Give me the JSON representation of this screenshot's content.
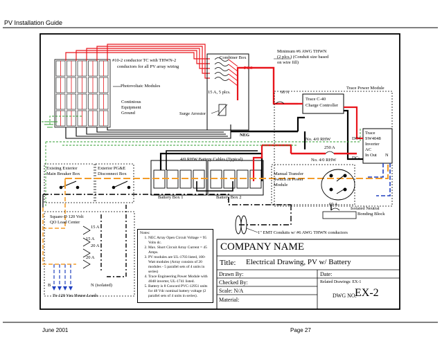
{
  "header": {
    "title": "PV Installation Guide"
  },
  "footer": {
    "date": "June 2001",
    "page": "Page 27"
  },
  "labels": {
    "conductor_note_1": "#10-2 conductor TC with THWN-2",
    "conductor_note_2": "conductors for all PV array wiring",
    "combiner_box": "Combiner Box",
    "awg_note_1": "Minimum #6 AWG THWN",
    "awg_note_2": "(2 plcs.) (Conduit size based",
    "awg_note_3": "on wire fill)",
    "pos": "POS",
    "neg": "NEG",
    "pv_modules": "Photovoltaic Modules",
    "ground_1": "Continious",
    "ground_2": "Equipment",
    "ground_3": "Ground",
    "fuses": "15 A, 5 plcs.",
    "surge": "Surge Arrestor",
    "trace_power_module": "Trace Power Module",
    "fuse_60a_top": "60 A",
    "charge_ctrl_1": "Trace C-40",
    "charge_ctrl_2": "Charge Controller",
    "inverter_1": "Trace",
    "inverter_2": "SW4048",
    "inverter_3": "Inverter",
    "inverter_4": "AC",
    "inverter_5": "In Out",
    "inverter_n": "N",
    "dc_plus": "DC+",
    "dc_minus": "DC-",
    "no40_rhw_1": "No. 4/0 RHW",
    "fuse_250a": "250 A",
    "no40_rhw_2": "No. 4/0 RHW",
    "battery_cables": "4/0 RHW Battery Cables (Typical)",
    "existing_breaker_1": "Existing Exterior",
    "existing_breaker_2": "Main Breaker Box",
    "exterior_disconnect_1": "Exterior PG&E",
    "exterior_disconnect_2": "Disconnect Box",
    "manual_transfer_1": "Manual Transfer",
    "manual_transfer_2": "Switch in Power",
    "manual_transfer_3": "Module",
    "battery_box_1": "Battery Box 1",
    "battery_box_2": "Battery Box 2",
    "fuse_60a_bottom": "60 A",
    "isolated_neutral_1": "Isolated Neutral",
    "isolated_neutral_2": "Bonding Block",
    "conduits": "1\" EMT Conduits w/ #6 AWG THWN conductors",
    "load_center_1": "Square-D 120 Volt",
    "load_center_2": "QO Load Center",
    "breaker_15a_1": "15 A",
    "breaker_15a_2": "15 A",
    "breaker_20a_1": "20 A",
    "breaker_20a_2": "20 A",
    "n_isolated": "N (isolated)",
    "house_loads": "To 120 Vac House Loads",
    "ground_letter": "B"
  },
  "notes": {
    "title": "Notes:",
    "items": [
      "NEC Array Open Circuit Voltage = 95 Volts dc.",
      "Max. Short Circuit Array Current = 45 Amps.",
      "PV modules are UL-1703 listed, 100-Watt modules (Array consists of 20 modules - 5 parallel sets of 4 units in series)",
      "Trace Engineering Power Module with 4048 inverter, UL-1741 listed.",
      "Battery is 8 Concord PVC-12951 units for 48 Vdc nominal battery voltage (2 parallel sets of 4 units in series)."
    ]
  },
  "title_block": {
    "company": "COMPANY NAME",
    "title_label": "Title:",
    "title_value": "Electrical Drawing, PV w/ Battery",
    "drawn_by": "Drawn By:",
    "date": "Date:",
    "checked_by": "Checked By:",
    "related": "Related Drawings: EX-1",
    "scale": "Scale: N/A",
    "dwg_label": "DWG NO.",
    "dwg_no": "EX-2",
    "material": "Material:"
  },
  "colors": {
    "positive": "#e8141b",
    "negative": "#000000",
    "ground": "#2f9e2f",
    "neutral": "#f39c2a",
    "ac_hot": "#1f3fbf",
    "frame": "#000000"
  }
}
